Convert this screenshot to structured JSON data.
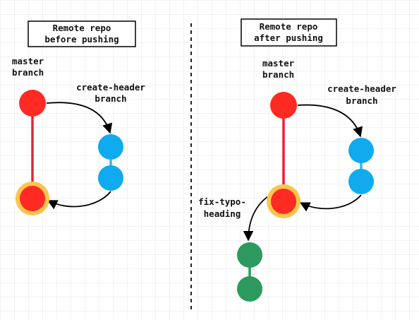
{
  "colors": {
    "master": "#ff2a22",
    "master_line": "#e8213a",
    "highlight": "#fbc64e",
    "feature": "#10aaee",
    "feature_line": "#3bb5e8",
    "fix": "#2c9a5e",
    "arrow": "#000000",
    "grid": "#e4e4e4",
    "divider": "#222222"
  },
  "left": {
    "title_line1": "Remote repo",
    "title_line2": "before pushing",
    "master_label_line1": "master",
    "master_label_line2": "branch",
    "feature_label_line1": "create-header",
    "feature_label_line2": "branch"
  },
  "right": {
    "title_line1": "Remote repo",
    "title_line2": "after pushing",
    "master_label_line1": "master",
    "master_label_line2": "branch",
    "feature_label_line1": "create-header",
    "feature_label_line2": "branch",
    "fix_label_line1": "fix-typo-",
    "fix_label_line2": "heading"
  }
}
